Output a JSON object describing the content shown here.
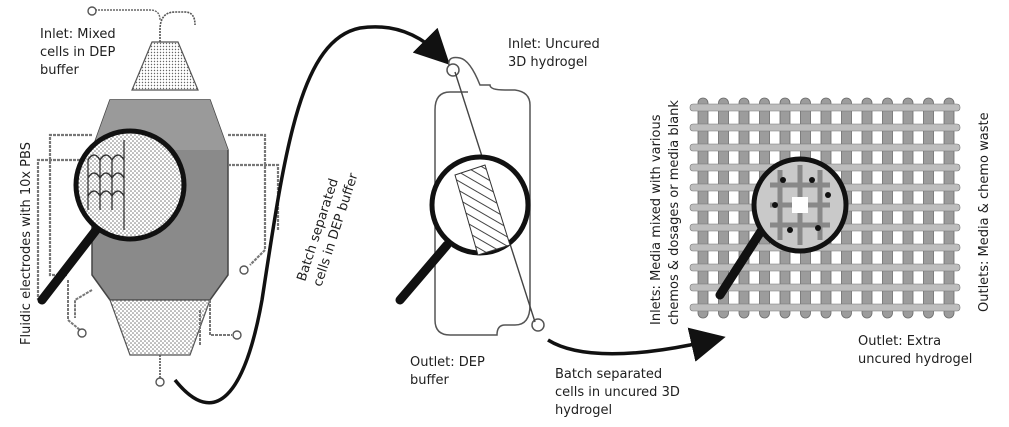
{
  "labels": {
    "inlet1_line1": "Inlet: Mixed",
    "inlet1_line2": "cells in DEP",
    "inlet1_line3": "buffer",
    "fluidic_electrodes": "Fluidic electrodes with 10x PBS",
    "batch1_line1": "Batch separated",
    "batch1_line2": "cells in DEP buffer",
    "inlet2_line1": "Inlet: Uncured",
    "inlet2_line2": "3D hydrogel",
    "outlet1_line1": "Outlet: DEP",
    "outlet1_line2": "buffer",
    "batch2_line1": "Batch separated",
    "batch2_line2": "cells in uncured 3D",
    "batch2_line3": "hydrogel",
    "inlets_media_line1": "Inlets: Media mixed with various",
    "inlets_media_line2": "chemos & dosages or media blank",
    "outlets_media": "Outlets: Media & chemo waste",
    "outlet2_line1": "Outlet: Extra",
    "outlet2_line2": "uncured hydrogel"
  },
  "colors": {
    "stroke": "#3a3a3a",
    "dark_fill": "#8a8a8a",
    "light_grey": "#b8b8b8",
    "text": "#1e1e1e"
  }
}
